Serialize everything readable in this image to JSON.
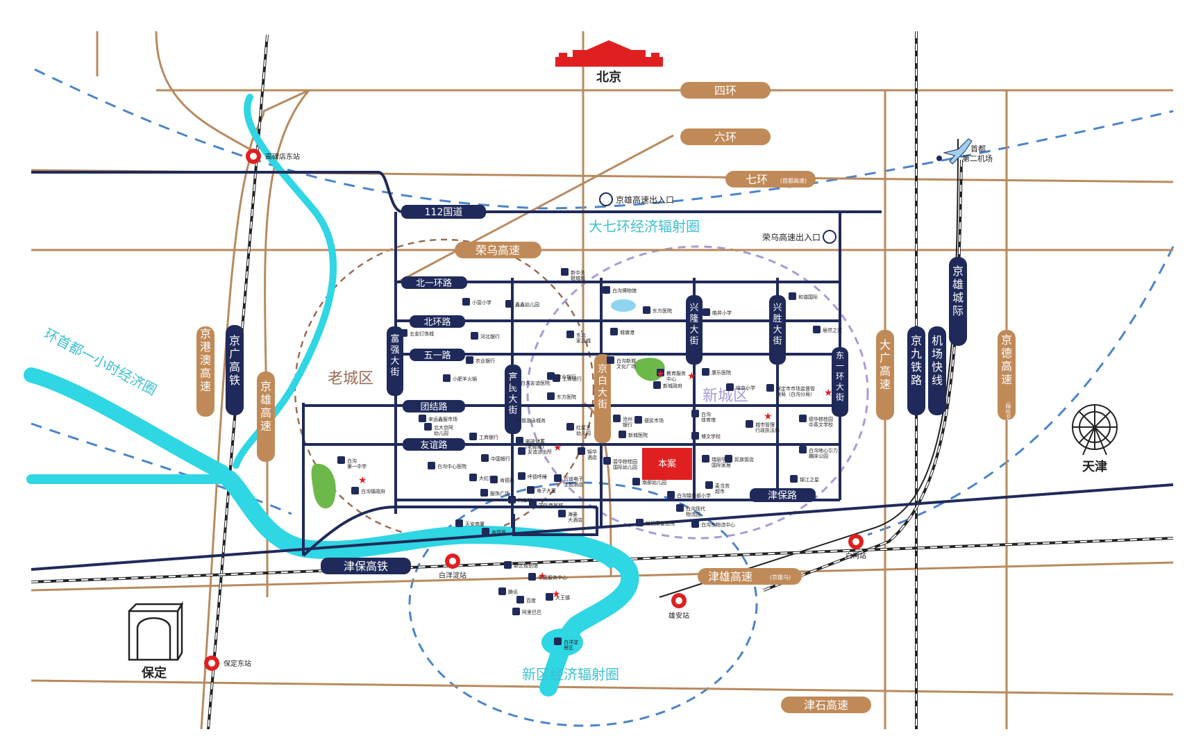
{
  "cities": {
    "beijing": "北京",
    "tianjin": "天津",
    "baoding": "保定"
  },
  "rings": {
    "ring4": "四环",
    "ring6": "六环",
    "ring7": "七环",
    "ring7_note": "(首都高速)"
  },
  "roads": {
    "g112": "112国道",
    "rongwu": "荣乌高速",
    "beiyi": "北一环路",
    "beihuan": "北环路",
    "wuyi": "五一路",
    "tuanjie": "团结路",
    "youyi": "友谊路",
    "jinbao_road": "津保路",
    "jinbao_rail": "津保高铁",
    "jinxiong": "津雄高速",
    "jinxiong_note": "(京雄乌)",
    "jinshi": "津石高速",
    "fuqiang": "富强大街",
    "fumin": "富民大街",
    "jingbai": "京白大街",
    "xinglong": "兴隆大街",
    "xingsheng": "兴胜大街",
    "dongyihuan": "东一环大街",
    "jinggangao": "京港澳高速",
    "jingguang": "京广高铁",
    "jingxiong_hw": "京雄高速",
    "daguang": "大广高速",
    "jingjiu": "京九铁路",
    "jichang": "机场快线",
    "jingxiong_cj": "京雄城际",
    "jingde": "京德高速",
    "jingde_note": "(建设中)"
  },
  "zones": {
    "old_city": "老城区",
    "new_city": "新城区",
    "seven_ring": "大七环经济辐射圈",
    "capital_hour": "环首都一小时经济圈",
    "new_area": "新区经济辐射圈"
  },
  "project": "本案",
  "stations": {
    "gaobeidian": "高碑店东站",
    "baiyangdian": "白洋淀站",
    "baigou": "白沟站",
    "xiongan": "雄安站",
    "baoding_east": "保定东站"
  },
  "airport": {
    "line1": "首都",
    "line2": "第二机场"
  },
  "exits": {
    "jingxiong_exit": "京雄高速出入口",
    "rongwu_exit": "荣乌高速出入口"
  },
  "pois": [
    {
      "text": "新中关\n鞋城城"
    },
    {
      "text": "白沟博物馆"
    },
    {
      "text": "东方医院"
    },
    {
      "text": "小营小学"
    },
    {
      "text": "鑫鑫幼儿园"
    },
    {
      "text": "五金灯饰城"
    },
    {
      "text": "河北银行"
    },
    {
      "text": "东北\n家具城"
    },
    {
      "text": "城塘港"
    },
    {
      "text": "皓昇小学"
    },
    {
      "text": "和谐国际"
    },
    {
      "text": "居然之家"
    },
    {
      "text": "农业银行"
    },
    {
      "text": "小肥羊火锅"
    },
    {
      "text": "白沟友谊医院"
    },
    {
      "text": "工商银行"
    },
    {
      "text": "东方医院"
    },
    {
      "text": "白沟新城\n文化广场"
    },
    {
      "text": "教育服务\n中心"
    },
    {
      "text": "新城政府"
    },
    {
      "text": "康乐医院"
    },
    {
      "text": "培京小学"
    },
    {
      "text": "保定市市场监督管\n理局（白沟分局）"
    },
    {
      "text": "农业银行"
    },
    {
      "text": "北大京阿\n幼儿园"
    },
    {
      "text": "来运鑫服市场"
    },
    {
      "text": "新普游泳城务"
    },
    {
      "text": "沧州\n银行"
    },
    {
      "text": "便民市场"
    },
    {
      "text": "白沟\n体育馆"
    },
    {
      "text": "城市管理\n行政执法局"
    },
    {
      "text": "德华棕桂园\n中英文学校"
    },
    {
      "text": "工商银行"
    },
    {
      "text": "邮政储蓄\n(老邮局)"
    },
    {
      "text": "红星芝\n幼儿园"
    },
    {
      "text": "新城医院"
    },
    {
      "text": "博文学校"
    },
    {
      "text": "白沟\n第一中学"
    },
    {
      "text": "白沟中心医院"
    },
    {
      "text": "中国银行"
    },
    {
      "text": "友谊派出所"
    },
    {
      "text": "锦华\n酒店"
    },
    {
      "text": "碧华棕桂园\n国际幼儿园"
    },
    {
      "text": "瑞丽华\n国际家居"
    },
    {
      "text": "民族饭店"
    },
    {
      "text": "白沟地心引力\n蹦床公园"
    },
    {
      "text": "锦江之星"
    },
    {
      "text": "大红门"
    },
    {
      "text": "肯德基"
    },
    {
      "text": "呼德呼睡"
    },
    {
      "text": "白沟镇政府"
    },
    {
      "text": "迈迪电子\n主题酒店"
    },
    {
      "text": "南部幼儿园"
    },
    {
      "text": "麦当劳\n超市"
    },
    {
      "text": "白沟镇南部小学"
    },
    {
      "text": "服饰广场"
    },
    {
      "text": "电子大厦"
    },
    {
      "text": "国际商贸城"
    },
    {
      "text": "白沟现代\n物流园"
    },
    {
      "text": "海豪\n大酒店"
    },
    {
      "text": "世纪康复医院"
    },
    {
      "text": "天安商厦"
    },
    {
      "text": "肯德基"
    },
    {
      "text": "汽车站"
    },
    {
      "text": "白沟东物流中心"
    },
    {
      "text": "新区规划馆"
    },
    {
      "text": "市民服务中心"
    },
    {
      "text": "腾讯"
    },
    {
      "text": "百度"
    },
    {
      "text": "大王镇"
    },
    {
      "text": "阿里巴巴"
    },
    {
      "text": "白洋淀\n景区"
    }
  ],
  "colors": {
    "tan_road": "#b88a5e",
    "ring_badge": "#c08a58",
    "navy": "#1f2a5a",
    "river": "#2fd6e4",
    "blue_dash": "#4a84c9",
    "red": "#e02020",
    "purple_dash": "#a89ad6",
    "brown_dash": "#9a6b52",
    "green": "#6db84a",
    "teal_text": "#3ec0d0",
    "text_dark": "#222"
  }
}
